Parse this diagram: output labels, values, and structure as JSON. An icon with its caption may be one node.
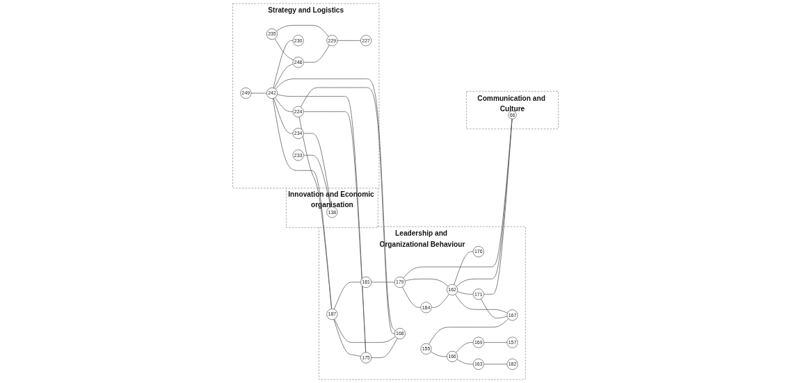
{
  "diagram": {
    "nodes": [
      {
        "text": [
          "Strategy and Logistics"
        ]
      },
      {
        "text": [
          "235"
        ],
        "in": 0
      },
      {
        "text": [
          "249"
        ],
        "in": 0
      },
      {
        "text": [
          "242"
        ],
        "in": 0
      },
      {
        "text": [
          "248"
        ],
        "in": 0
      },
      {
        "text": [
          "229"
        ],
        "in": 0
      },
      {
        "text": [
          "230"
        ],
        "in": 0
      },
      {
        "text": [
          "227"
        ],
        "in": 0
      },
      {
        "text": [
          "224"
        ],
        "in": 0
      },
      {
        "text": [
          "234"
        ],
        "in": 0
      },
      {
        "text": [
          "233"
        ],
        "in": 0
      },
      {
        "text": [
          "Innovation and Economic organisation"
        ]
      },
      {
        "text": [
          "138"
        ],
        "in": 11
      },
      {
        "text": [
          "Leadership and Organizational Behaviour"
        ]
      },
      {
        "text": [
          "187"
        ],
        "in": 13
      },
      {
        "text": [
          "181"
        ],
        "in": 13
      },
      {
        "text": [
          "179"
        ],
        "in": 13
      },
      {
        "text": [
          "175"
        ],
        "in": 13
      },
      {
        "text": [
          "184"
        ],
        "in": 13
      },
      {
        "text": [
          "168"
        ],
        "in": 13
      },
      {
        "text": [
          "162"
        ],
        "in": 13
      },
      {
        "text": [
          "176"
        ],
        "in": 13
      },
      {
        "text": [
          "171"
        ],
        "in": 13
      },
      {
        "text": [
          "155"
        ],
        "in": 13
      },
      {
        "text": [
          "167"
        ],
        "in": 13
      },
      {
        "text": [
          "169"
        ],
        "in": 13
      },
      {
        "text": [
          "157"
        ],
        "in": 13
      },
      {
        "text": [
          "166"
        ],
        "in": 13
      },
      {
        "text": [
          "163"
        ],
        "in": 13
      },
      {
        "text": [
          "182"
        ],
        "in": 13
      },
      {
        "text": [
          "Communication and Culture"
        ]
      },
      {
        "text": [
          "66"
        ],
        "in": 30
      }
    ],
    "edges": [
      {
        "from": 1,
        "to": 4,
        "arrow": "none"
      },
      {
        "from": 1,
        "to": 5,
        "arrow": "none"
      },
      {
        "from": 2,
        "to": 3,
        "arrow": "none"
      },
      {
        "from": 3,
        "to": 4,
        "arrow": "none"
      },
      {
        "from": 4,
        "to": 5,
        "arrow": "none"
      },
      {
        "from": 5,
        "to": 7,
        "arrow": "none"
      },
      {
        "from": 3,
        "to": 6,
        "arrow": "none"
      },
      {
        "from": 3,
        "to": 9,
        "arrow": "none"
      },
      {
        "from": 3,
        "to": 8,
        "arrow": "none"
      },
      {
        "from": 3,
        "to": 14,
        "arrow": "none"
      },
      {
        "from": 3,
        "to": 17,
        "arrow": "none"
      },
      {
        "from": 3,
        "to": 19,
        "arrow": "none"
      },
      {
        "from": 9,
        "to": 12,
        "arrow": "none"
      },
      {
        "from": 10,
        "to": 12,
        "arrow": "none"
      },
      {
        "from": 8,
        "to": 14,
        "arrow": "none"
      },
      {
        "from": 8,
        "to": 17,
        "arrow": "none"
      },
      {
        "from": 8,
        "to": 19,
        "arrow": "none"
      },
      {
        "from": 14,
        "to": 15,
        "arrow": "none"
      },
      {
        "from": 15,
        "to": 16,
        "arrow": "none"
      },
      {
        "from": 14,
        "to": 17,
        "arrow": "none"
      },
      {
        "from": 14,
        "to": 19,
        "arrow": "none"
      },
      {
        "from": 17,
        "to": 19,
        "arrow": "none"
      },
      {
        "from": 16,
        "to": 18,
        "arrow": "none"
      },
      {
        "from": 16,
        "to": 20,
        "arrow": "none"
      },
      {
        "from": 16,
        "to": 31,
        "arrow": "none"
      },
      {
        "from": 18,
        "to": 20,
        "arrow": "none"
      },
      {
        "from": 20,
        "to": 31,
        "arrow": "none"
      },
      {
        "from": 20,
        "to": 21,
        "arrow": "none"
      },
      {
        "from": 20,
        "to": 22,
        "arrow": "none"
      },
      {
        "from": 20,
        "to": 24,
        "arrow": "none"
      },
      {
        "from": 22,
        "to": 31,
        "arrow": "none"
      },
      {
        "from": 22,
        "to": 24,
        "arrow": "none"
      },
      {
        "from": 23,
        "to": 24,
        "arrow": "none"
      },
      {
        "from": 23,
        "to": 27,
        "arrow": "none"
      },
      {
        "from": 27,
        "to": 25,
        "arrow": "none"
      },
      {
        "from": 25,
        "to": 26,
        "arrow": "none"
      },
      {
        "from": 27,
        "to": 28,
        "arrow": "none"
      },
      {
        "from": 28,
        "to": 29,
        "arrow": "none"
      }
    ]
  }
}
